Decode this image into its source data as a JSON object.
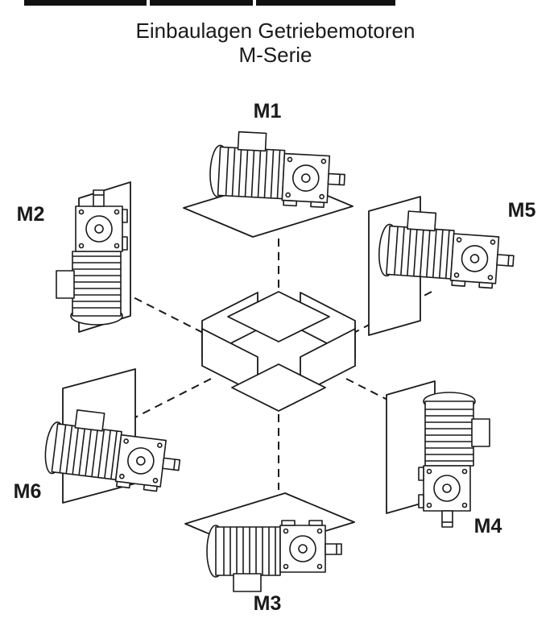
{
  "title": {
    "line1": "Einbaulagen Getriebemotoren",
    "line2": "M-Serie"
  },
  "positions": {
    "m1": {
      "label": "M1"
    },
    "m2": {
      "label": "M2"
    },
    "m3": {
      "label": "M3"
    },
    "m4": {
      "label": "M4"
    },
    "m5": {
      "label": "M5"
    },
    "m6": {
      "label": "M6"
    }
  },
  "colors": {
    "ink": "#1a1a1a",
    "background": "#ffffff"
  }
}
